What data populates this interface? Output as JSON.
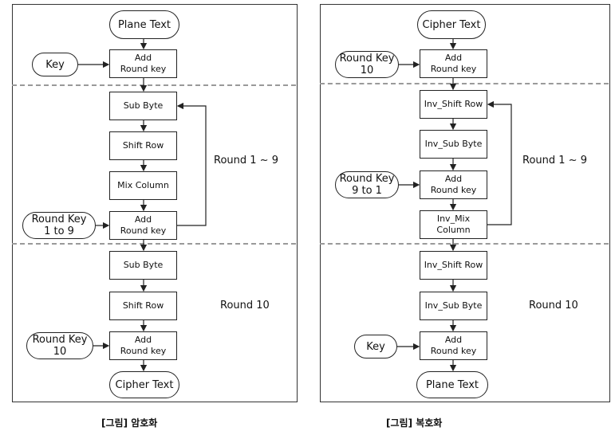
{
  "encryption": {
    "plane_text": "Plane Text",
    "key": "Key",
    "add_round_key_1": "Add\nRound key",
    "sub_byte_1": "Sub Byte",
    "shift_row_1": "Shift Row",
    "mix_column": "Mix Column",
    "round_key_1to9": "Round Key\n1 to 9",
    "add_round_key_2": "Add\nRound key",
    "round_1_9": "Round 1 ~ 9",
    "sub_byte_2": "Sub Byte",
    "shift_row_2": "Shift Row",
    "round_10_label": "Round 10",
    "round_key_10": "Round Key\n10",
    "add_round_key_3": "Add\nRound key",
    "cipher_text": "Cipher Text",
    "caption": "[그림] 암호화"
  },
  "decryption": {
    "cipher_text": "Cipher Text",
    "round_key_10": "Round Key\n10",
    "add_round_key_1": "Add\nRound key",
    "inv_shift_row_1": "Inv_Shift Row",
    "inv_sub_byte_1": "Inv_Sub Byte",
    "round_key_9to1": "Round Key\n9 to 1",
    "add_round_key_2": "Add\nRound key",
    "inv_mix_column": "Inv_Mix\nColumn",
    "round_1_9": "Round 1 ~ 9",
    "inv_shift_row_2": "Inv_Shift Row",
    "inv_sub_byte_2": "Inv_Sub Byte",
    "round_10_label": "Round 10",
    "key": "Key",
    "add_round_key_3": "Add\nRound key",
    "plane_text": "Plane Text",
    "caption": "[그림] 복호화"
  }
}
